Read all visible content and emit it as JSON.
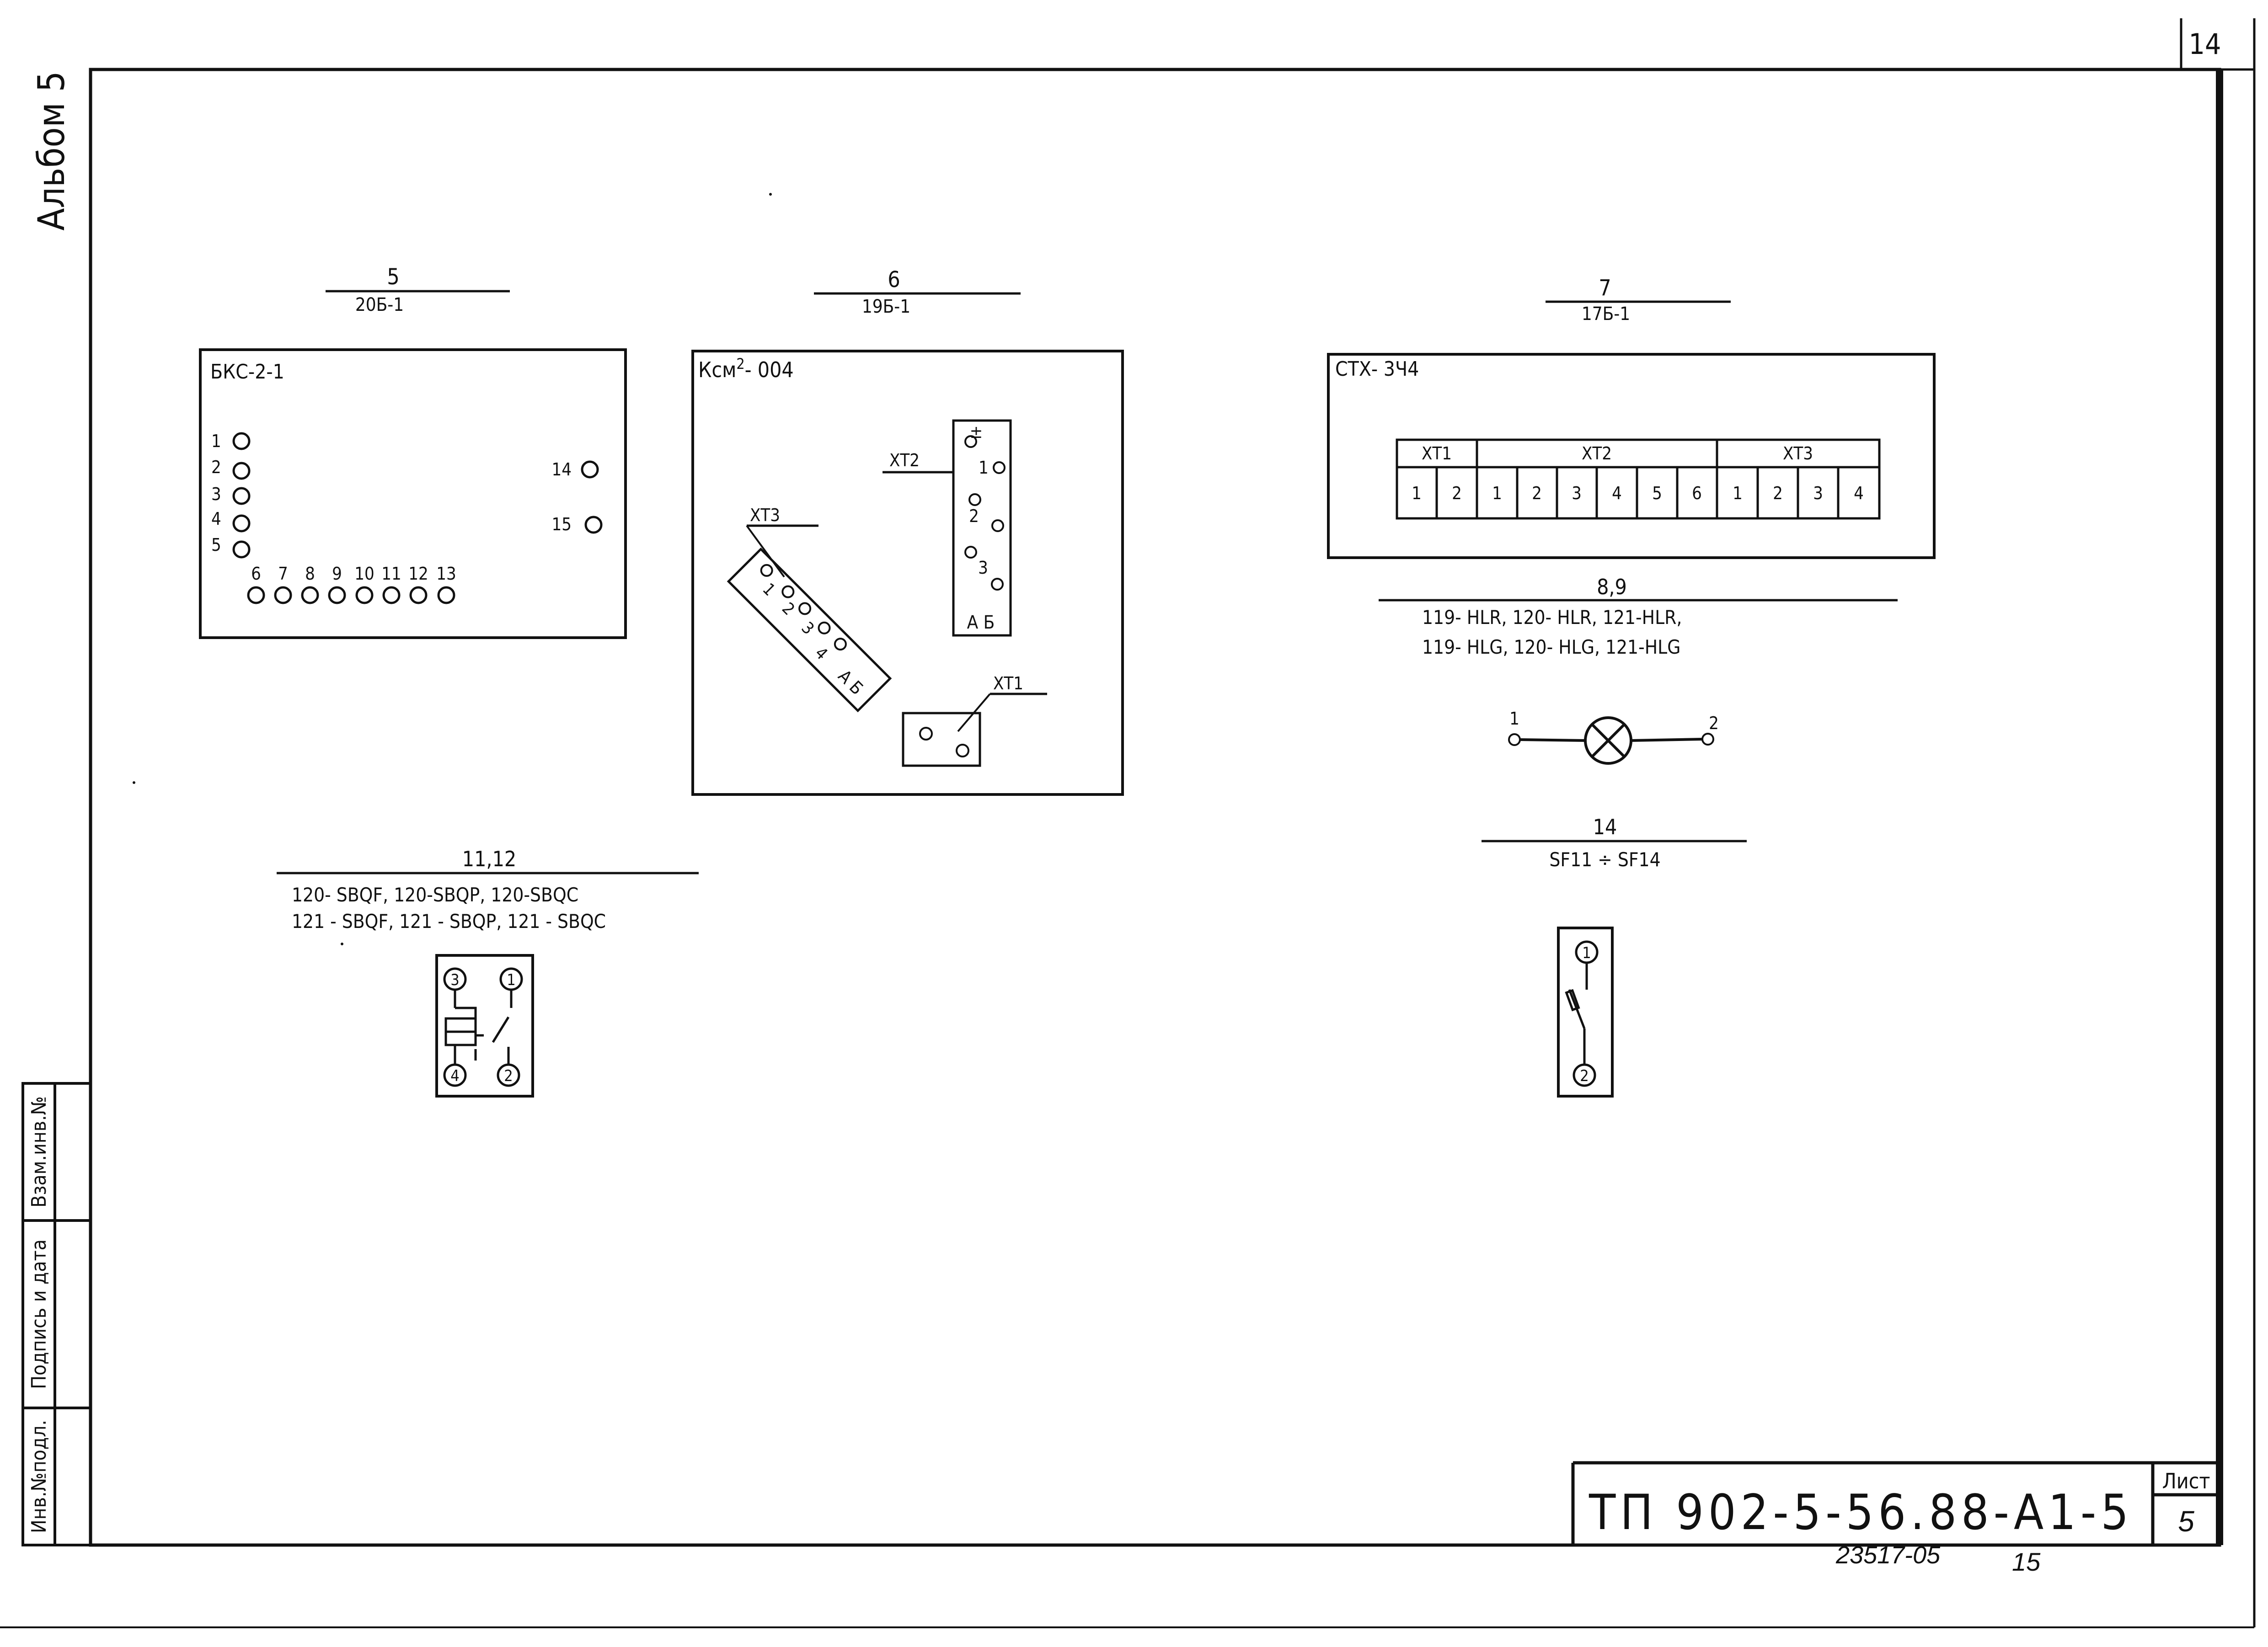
{
  "sheet": {
    "corner_number": "14",
    "album_label": "Альбом 5",
    "side_stamp": {
      "cell1": "Взам.инв.№",
      "cell2": "Подпись и дата",
      "cell3": "Инв.№подл."
    },
    "title_block": {
      "document_code": "ТП  902-5-56.88-А1-5",
      "sheet_label": "Лист",
      "sheet_number": "5"
    },
    "footer_number": "23517-05",
    "footer_page": "15"
  },
  "panels": {
    "bks": {
      "pos_number": "5",
      "code": "20Б-1",
      "title": "БКС-2-1",
      "left_terminals": [
        "1",
        "2",
        "3",
        "4",
        "5"
      ],
      "bottom_terminals": [
        "6",
        "7",
        "8",
        "9",
        "10",
        "11",
        "12",
        "13"
      ],
      "right_terminals": [
        "14",
        "15"
      ]
    },
    "ksm": {
      "pos_number": "6",
      "code": "19Б-1",
      "title_main": "Ксм",
      "title_sup": "2",
      "title_tail": "- 004",
      "xt2_label": "ХТ2",
      "xt3_label": "ХТ3",
      "xt1_label": "ХТ1",
      "strip_top": "±",
      "strip_numbers": [
        "1",
        "2",
        "3"
      ],
      "strip_footer": "А Б",
      "diag_numbers": [
        "1",
        "2",
        "3",
        "4"
      ],
      "diag_footer": "А Б"
    },
    "stx": {
      "pos_number": "7",
      "code": "17Б-1",
      "title": "СТХ- 3Ч4",
      "groups": [
        {
          "label": "ХТ1",
          "terminals": [
            "1",
            "2"
          ]
        },
        {
          "label": "ХТ2",
          "terminals": [
            "1",
            "2",
            "3",
            "4",
            "5",
            "6"
          ]
        },
        {
          "label": "ХТ3",
          "terminals": [
            "1",
            "2",
            "3",
            "4"
          ]
        }
      ]
    },
    "lamp": {
      "pos_number": "8,9",
      "refs_line1": "119- HLR, 120- HLR, 121-HLR,",
      "refs_line2": "119- HLG, 120- HLG, 121-HLG",
      "left_pin": "1",
      "right_pin": "2"
    },
    "button": {
      "pos_number": "11,12",
      "refs_line1": "120- SBQF,  120-SBQP,  120-SBQC",
      "refs_line2": "121 - SBQF,  121 - SBQP,  121 - SBQC",
      "pins": [
        "3",
        "1",
        "4",
        "2"
      ]
    },
    "breaker": {
      "pos_number": "14",
      "refs": "SF11 ÷ SF14",
      "pins": [
        "1",
        "2"
      ]
    }
  }
}
